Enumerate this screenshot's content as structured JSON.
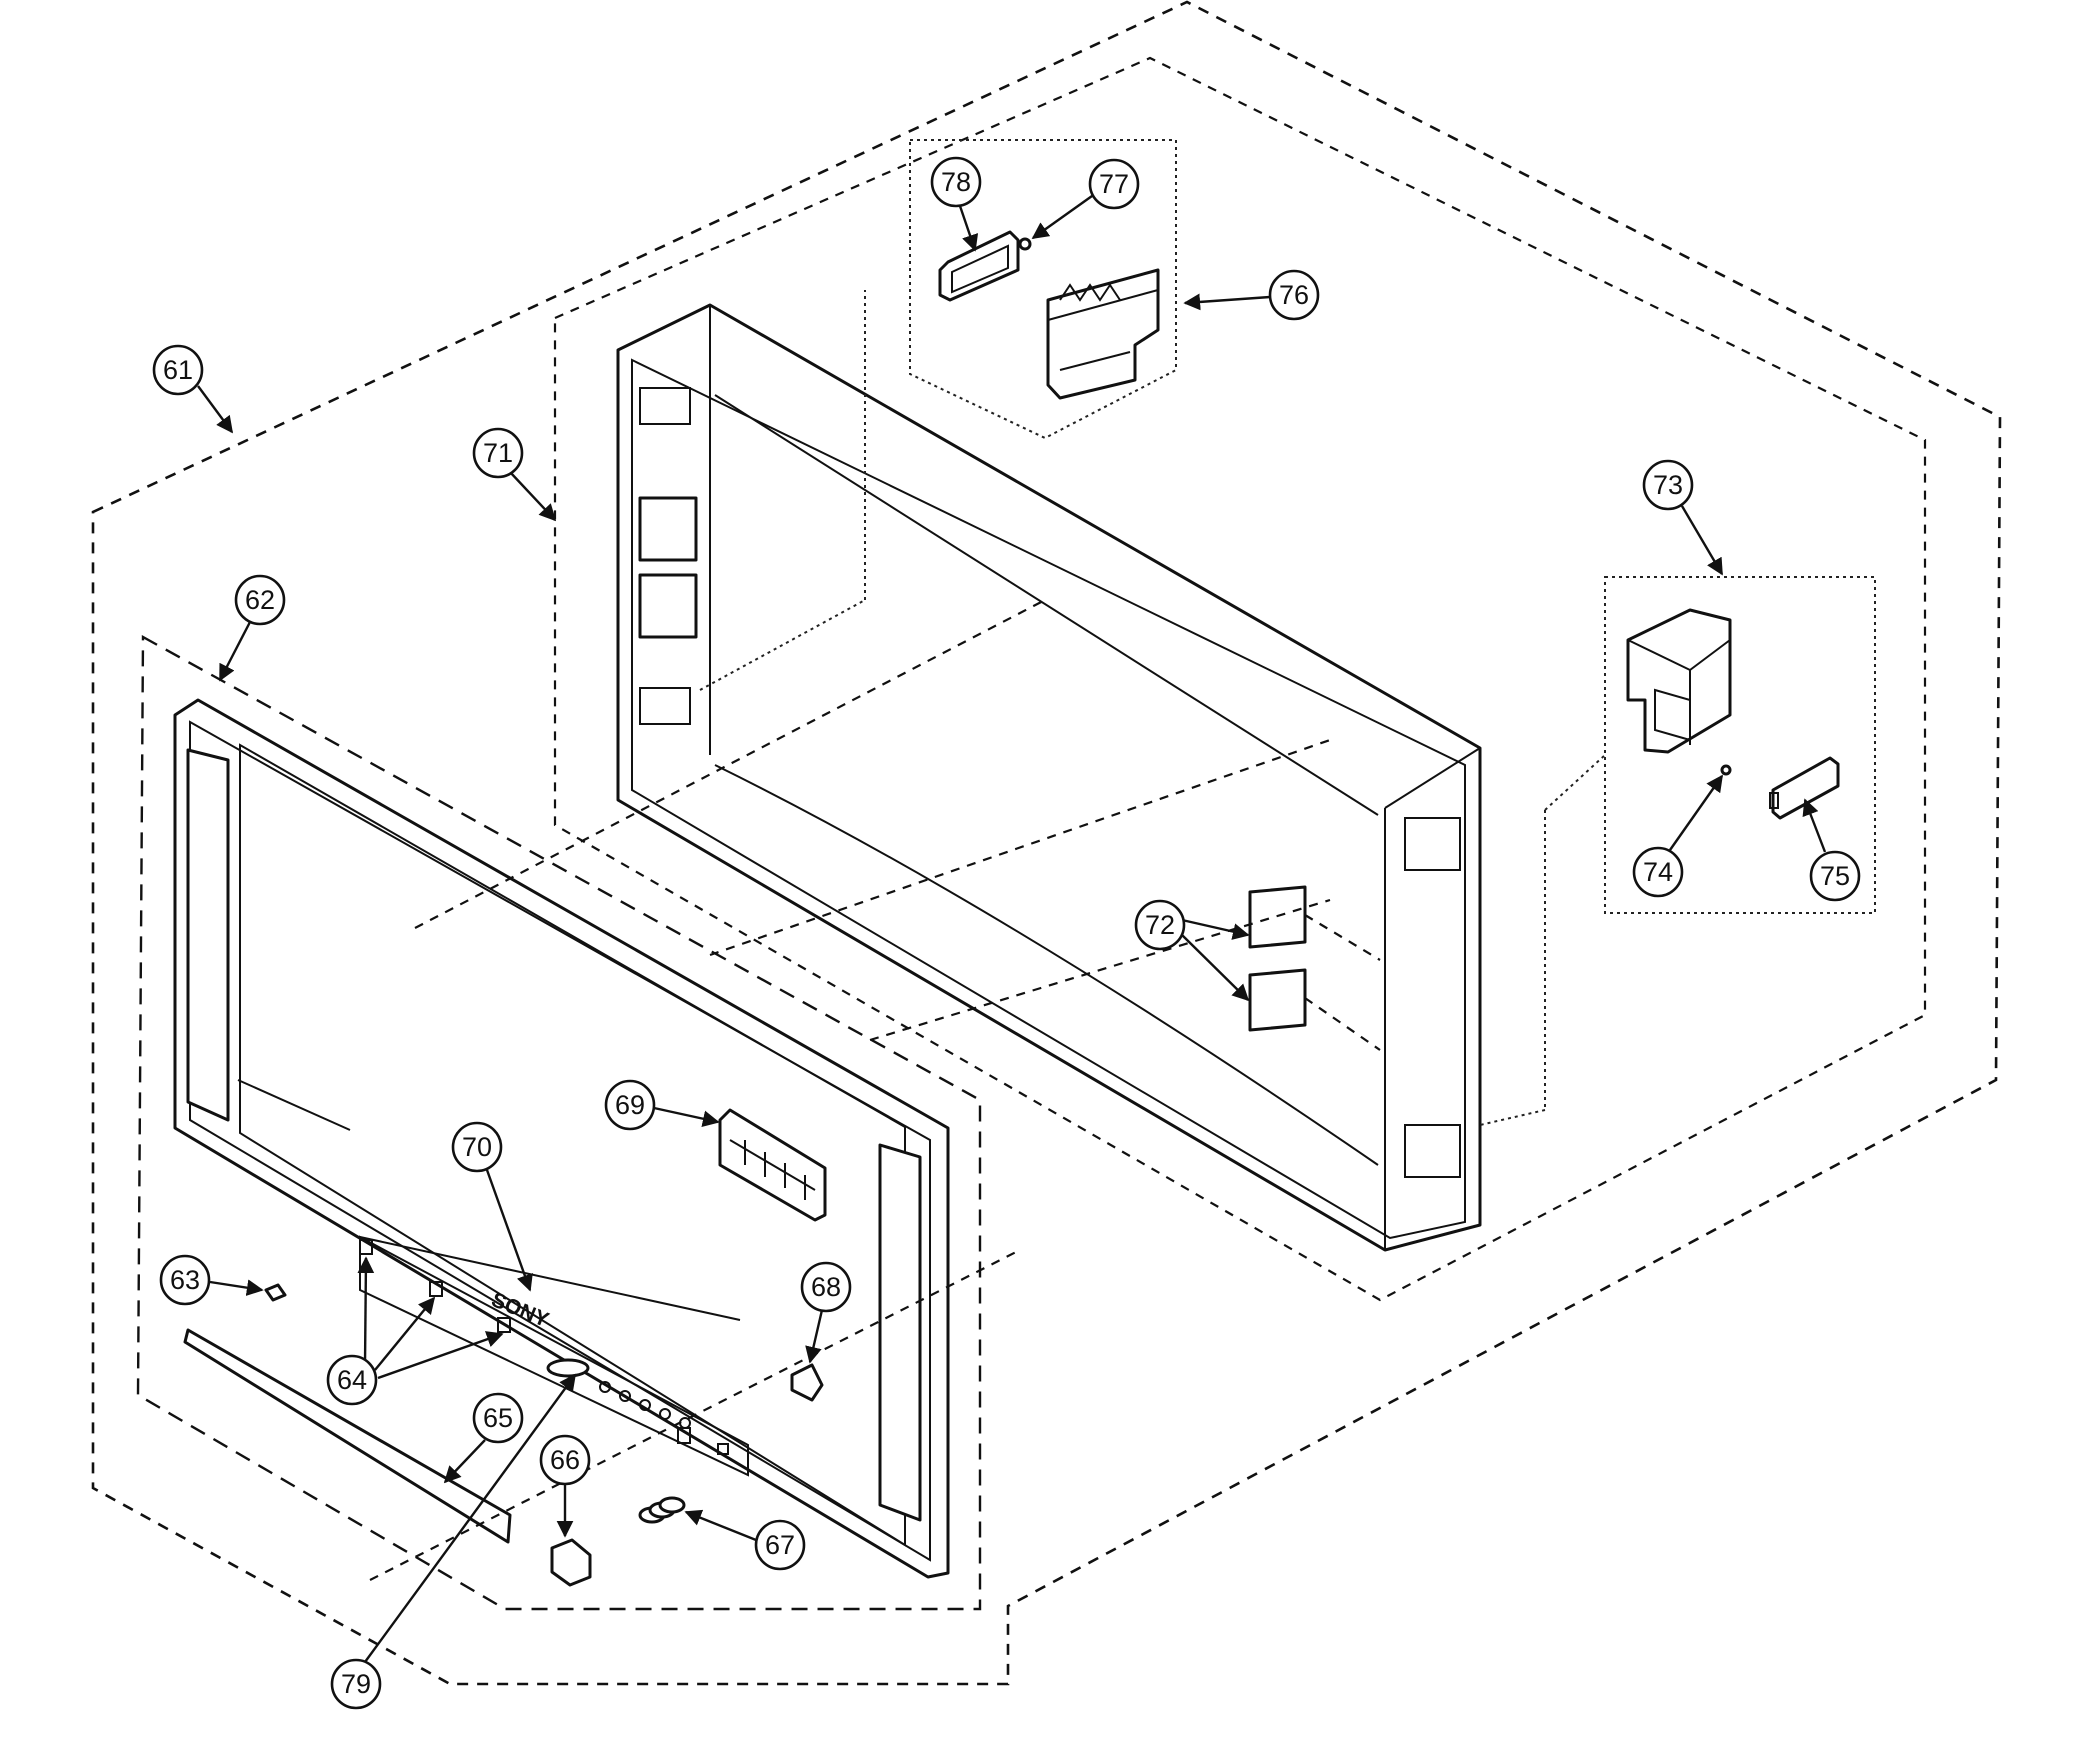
{
  "diagram": {
    "brand_text": "SONY",
    "callouts": [
      {
        "id": "61",
        "label": "61"
      },
      {
        "id": "62",
        "label": "62"
      },
      {
        "id": "63",
        "label": "63"
      },
      {
        "id": "64",
        "label": "64"
      },
      {
        "id": "65",
        "label": "65"
      },
      {
        "id": "66",
        "label": "66"
      },
      {
        "id": "67",
        "label": "67"
      },
      {
        "id": "68",
        "label": "68"
      },
      {
        "id": "69",
        "label": "69"
      },
      {
        "id": "70",
        "label": "70"
      },
      {
        "id": "71",
        "label": "71"
      },
      {
        "id": "72",
        "label": "72"
      },
      {
        "id": "73",
        "label": "73"
      },
      {
        "id": "74",
        "label": "74"
      },
      {
        "id": "75",
        "label": "75"
      },
      {
        "id": "76",
        "label": "76"
      },
      {
        "id": "77",
        "label": "77"
      },
      {
        "id": "78",
        "label": "78"
      },
      {
        "id": "79",
        "label": "79"
      }
    ]
  }
}
